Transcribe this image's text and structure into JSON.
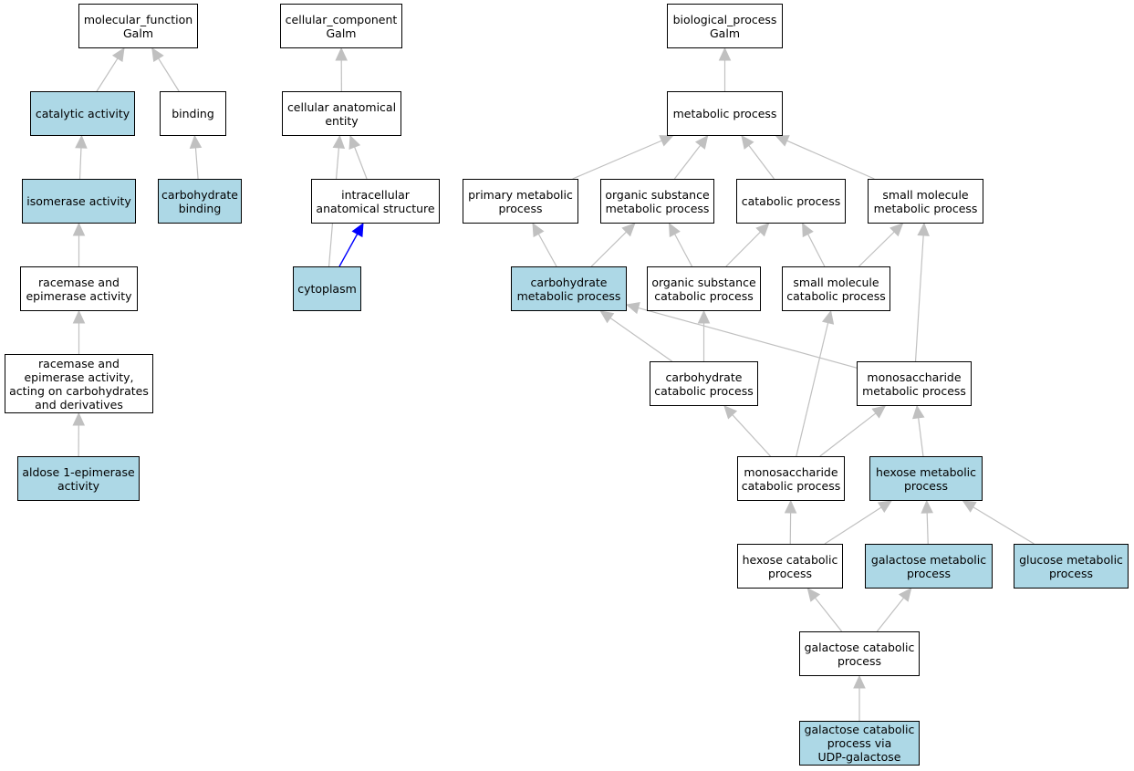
{
  "colors": {
    "highlight_fill": "#add8e6",
    "node_fill": "#ffffff",
    "edge_gray": "#c0c0c0",
    "edge_blue": "#0000ff"
  },
  "nodes": {
    "mf_root": {
      "label": "molecular_function\nGalm",
      "highlighted": false
    },
    "catalytic": {
      "label": "catalytic activity",
      "highlighted": true
    },
    "binding": {
      "label": "binding",
      "highlighted": false
    },
    "isomerase": {
      "label": "isomerase activity",
      "highlighted": true
    },
    "carb_binding": {
      "label": "carbohydrate\nbinding",
      "highlighted": true
    },
    "racemase": {
      "label": "racemase and\nepimerase activity",
      "highlighted": false
    },
    "racemase_carb": {
      "label": "racemase and\nepimerase activity,\nacting on carbohydrates\nand derivatives",
      "highlighted": false
    },
    "aldose": {
      "label": "aldose 1-epimerase\nactivity",
      "highlighted": true
    },
    "cc_root": {
      "label": "cellular_component\nGalm",
      "highlighted": false
    },
    "cell_anat": {
      "label": "cellular anatomical\nentity",
      "highlighted": false
    },
    "intracell": {
      "label": "intracellular\nanatomical structure",
      "highlighted": false
    },
    "cytoplasm": {
      "label": "cytoplasm",
      "highlighted": true
    },
    "bp_root": {
      "label": "biological_process\nGalm",
      "highlighted": false
    },
    "metabolic": {
      "label": "metabolic process",
      "highlighted": false
    },
    "primary": {
      "label": "primary metabolic\nprocess",
      "highlighted": false
    },
    "organic": {
      "label": "organic substance\nmetabolic process",
      "highlighted": false
    },
    "catabolic": {
      "label": "catabolic process",
      "highlighted": false
    },
    "small_mol": {
      "label": "small molecule\nmetabolic process",
      "highlighted": false
    },
    "carb_met": {
      "label": "carbohydrate\nmetabolic process",
      "highlighted": true
    },
    "org_cat": {
      "label": "organic substance\ncatabolic process",
      "highlighted": false
    },
    "small_cat": {
      "label": "small molecule\ncatabolic process",
      "highlighted": false
    },
    "carb_cat": {
      "label": "carbohydrate\ncatabolic process",
      "highlighted": false
    },
    "mono_met": {
      "label": "monosaccharide\nmetabolic process",
      "highlighted": false
    },
    "mono_cat": {
      "label": "monosaccharide\ncatabolic process",
      "highlighted": false
    },
    "hexose_met": {
      "label": "hexose metabolic\nprocess",
      "highlighted": true
    },
    "hexose_cat": {
      "label": "hexose catabolic\nprocess",
      "highlighted": false
    },
    "galact_met": {
      "label": "galactose metabolic\nprocess",
      "highlighted": true
    },
    "glucose_met": {
      "label": "glucose metabolic\nprocess",
      "highlighted": true
    },
    "galact_cat": {
      "label": "galactose catabolic\nprocess",
      "highlighted": false
    },
    "galact_udp": {
      "label": "galactose catabolic\nprocess via\nUDP-galactose",
      "highlighted": true
    }
  },
  "edges": [
    {
      "from": "catalytic",
      "to": "mf_root",
      "color": "gray"
    },
    {
      "from": "binding",
      "to": "mf_root",
      "color": "gray"
    },
    {
      "from": "isomerase",
      "to": "catalytic",
      "color": "gray"
    },
    {
      "from": "carb_binding",
      "to": "binding",
      "color": "gray"
    },
    {
      "from": "racemase",
      "to": "isomerase",
      "color": "gray"
    },
    {
      "from": "racemase_carb",
      "to": "racemase",
      "color": "gray"
    },
    {
      "from": "aldose",
      "to": "racemase_carb",
      "color": "gray"
    },
    {
      "from": "cell_anat",
      "to": "cc_root",
      "color": "gray"
    },
    {
      "from": "intracell",
      "to": "cell_anat",
      "color": "gray"
    },
    {
      "from": "cytoplasm",
      "to": "cell_anat",
      "color": "gray"
    },
    {
      "from": "cytoplasm",
      "to": "intracell",
      "color": "blue"
    },
    {
      "from": "metabolic",
      "to": "bp_root",
      "color": "gray"
    },
    {
      "from": "primary",
      "to": "metabolic",
      "color": "gray"
    },
    {
      "from": "organic",
      "to": "metabolic",
      "color": "gray"
    },
    {
      "from": "catabolic",
      "to": "metabolic",
      "color": "gray"
    },
    {
      "from": "small_mol",
      "to": "metabolic",
      "color": "gray"
    },
    {
      "from": "carb_met",
      "to": "primary",
      "color": "gray"
    },
    {
      "from": "carb_met",
      "to": "organic",
      "color": "gray"
    },
    {
      "from": "org_cat",
      "to": "organic",
      "color": "gray"
    },
    {
      "from": "org_cat",
      "to": "catabolic",
      "color": "gray"
    },
    {
      "from": "small_cat",
      "to": "catabolic",
      "color": "gray"
    },
    {
      "from": "small_cat",
      "to": "small_mol",
      "color": "gray"
    },
    {
      "from": "carb_cat",
      "to": "carb_met",
      "color": "gray"
    },
    {
      "from": "carb_cat",
      "to": "org_cat",
      "color": "gray"
    },
    {
      "from": "mono_met",
      "to": "carb_met",
      "color": "gray"
    },
    {
      "from": "mono_met",
      "to": "small_mol",
      "color": "gray"
    },
    {
      "from": "mono_cat",
      "to": "carb_cat",
      "color": "gray"
    },
    {
      "from": "mono_cat",
      "to": "small_cat",
      "color": "gray"
    },
    {
      "from": "mono_cat",
      "to": "mono_met",
      "color": "gray"
    },
    {
      "from": "hexose_met",
      "to": "mono_met",
      "color": "gray"
    },
    {
      "from": "hexose_cat",
      "to": "mono_cat",
      "color": "gray"
    },
    {
      "from": "hexose_cat",
      "to": "hexose_met",
      "color": "gray"
    },
    {
      "from": "galact_met",
      "to": "hexose_met",
      "color": "gray"
    },
    {
      "from": "glucose_met",
      "to": "hexose_met",
      "color": "gray"
    },
    {
      "from": "galact_cat",
      "to": "hexose_cat",
      "color": "gray"
    },
    {
      "from": "galact_cat",
      "to": "galact_met",
      "color": "gray"
    },
    {
      "from": "galact_udp",
      "to": "galact_cat",
      "color": "gray"
    }
  ]
}
